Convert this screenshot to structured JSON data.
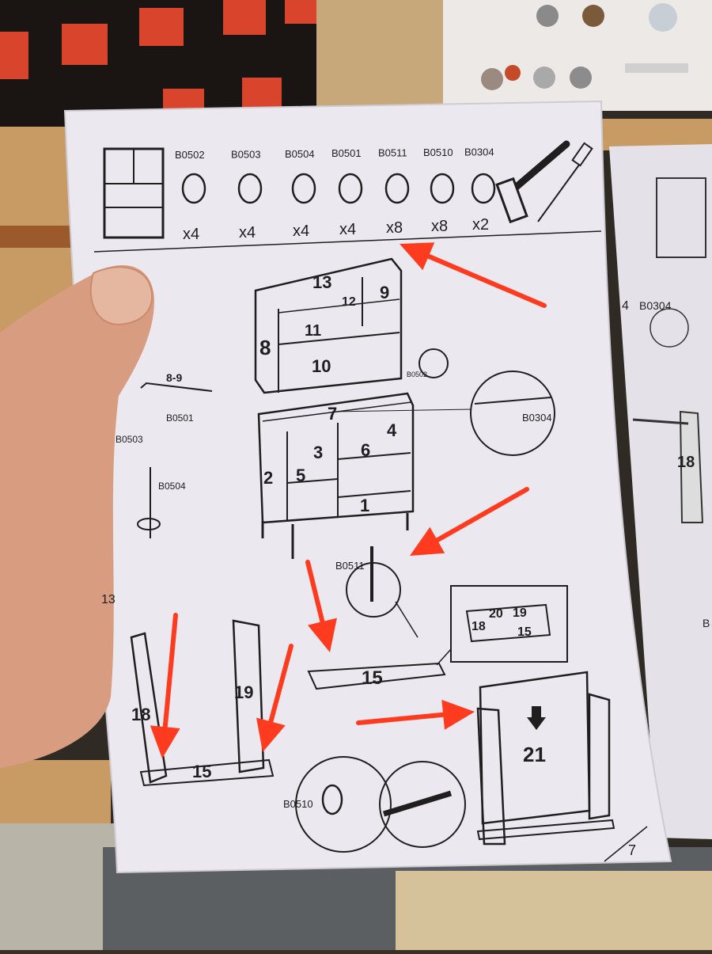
{
  "parts": [
    {
      "code": "B0502",
      "qty": "x4"
    },
    {
      "code": "B0503",
      "qty": "x4"
    },
    {
      "code": "B0504",
      "qty": "x4"
    },
    {
      "code": "B0501",
      "qty": "x4"
    },
    {
      "code": "B0511",
      "qty": "x8"
    },
    {
      "code": "B0510",
      "qty": "x8"
    },
    {
      "code": "B0304",
      "qty": "x2"
    }
  ],
  "panel_numbers": [
    "13",
    "12",
    "9",
    "11",
    "8",
    "10",
    "7",
    "4",
    "3",
    "6",
    "2",
    "5",
    "1"
  ],
  "step_label_left": "8-9",
  "step_number_13": "13",
  "side_part_labels": {
    "b0501": "B0501",
    "b0503": "B0503",
    "b0504": "B0504"
  },
  "hw_labels": {
    "b0502_small": "B0502",
    "b0304_callout": "B0304",
    "b0511": "B0511",
    "b0510": "B0510"
  },
  "drawer_labels": {
    "p20": "20",
    "p19": "19",
    "p18": "18",
    "p15": "15"
  },
  "bottom_labels": {
    "p18": "18",
    "p19": "19",
    "p15a": "15",
    "p15b": "15",
    "p21": "21"
  },
  "page_number": "7",
  "right_sheet": {
    "step": "4",
    "code": "B0304",
    "p18": "18",
    "cut": "B"
  },
  "colors": {
    "paper": "#ebe8ef",
    "arrow": "#ff3b1f",
    "ink": "#1f1f1f",
    "hand": "#d89c80",
    "wood": "#c89a64"
  }
}
